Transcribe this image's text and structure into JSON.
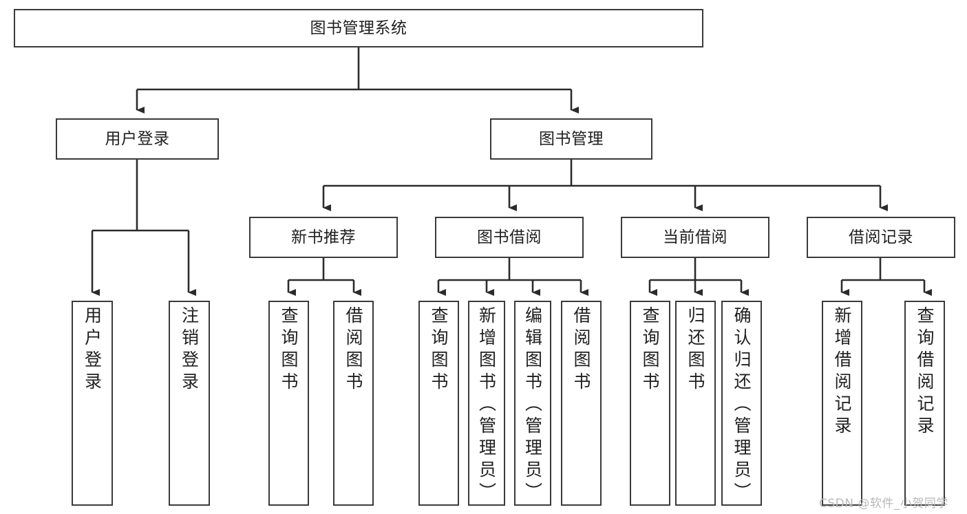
{
  "diagram": {
    "title": "图书管理系统",
    "type": "tree-hierarchy-chart",
    "orientation": "top-down",
    "colors": {
      "box_border": "#3a3a3a",
      "box_fill": "#ffffff",
      "connector": "#2b2b2b",
      "text": "#1f1f1f",
      "watermark": "#b8b8b8",
      "background": "#ffffff"
    }
  },
  "root": {
    "label": "图书管理系统"
  },
  "level1": [
    {
      "label": "用户登录"
    },
    {
      "label": "图书管理"
    }
  ],
  "level2": [
    {
      "label": "新书推荐"
    },
    {
      "label": "图书借阅"
    },
    {
      "label": "当前借阅"
    },
    {
      "label": "借阅记录"
    }
  ],
  "leaves": {
    "user_login": [
      {
        "label": "用户登录"
      },
      {
        "label": "注销登录"
      }
    ],
    "new_book_recommend": [
      {
        "label": "查询图书"
      },
      {
        "label": "借阅图书"
      }
    ],
    "book_borrow": [
      {
        "label": "查询图书"
      },
      {
        "label": "新增图书（管理员）"
      },
      {
        "label": "编辑图书（管理员）"
      },
      {
        "label": "借阅图书"
      }
    ],
    "current_borrow": [
      {
        "label": "查询图书"
      },
      {
        "label": "归还图书"
      },
      {
        "label": "确认归还（管理员）"
      }
    ],
    "borrow_record": [
      {
        "label": "新增借阅记录"
      },
      {
        "label": "查询借阅记录"
      }
    ]
  },
  "watermark": {
    "text": "CSDN @软件_小贺同学"
  }
}
